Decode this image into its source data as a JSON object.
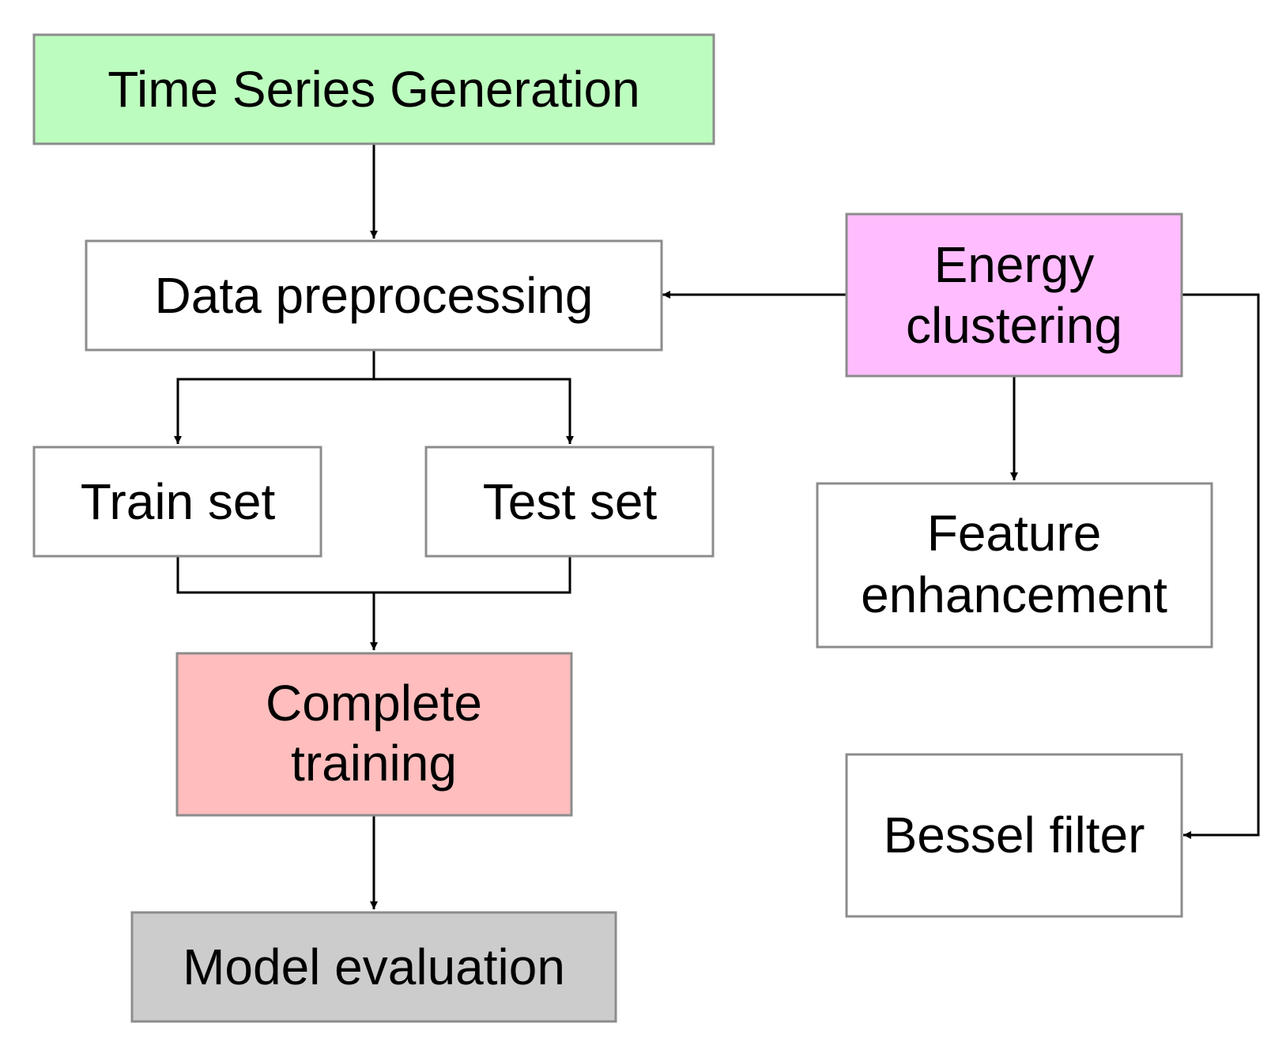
{
  "nodes": [
    {
      "id": "time-series-generation",
      "lines": [
        "Time Series Generation"
      ],
      "color": "#bdfcbf"
    },
    {
      "id": "data-preprocessing",
      "lines": [
        "Data preprocessing"
      ],
      "color": "#ffffff"
    },
    {
      "id": "train-set",
      "lines": [
        "Train set"
      ],
      "color": "#ffffff"
    },
    {
      "id": "test-set",
      "lines": [
        "Test set"
      ],
      "color": "#ffffff"
    },
    {
      "id": "complete-training",
      "lines": [
        "Complete",
        "training"
      ],
      "color": "#ffbdbd"
    },
    {
      "id": "model-evaluation",
      "lines": [
        "Model evaluation"
      ],
      "color": "#cccccc"
    },
    {
      "id": "energy-clustering",
      "lines": [
        "Energy",
        "clustering"
      ],
      "color": "#ffbdff"
    },
    {
      "id": "feature-enhancement",
      "lines": [
        "Feature",
        "enhancement"
      ],
      "color": "#ffffff"
    },
    {
      "id": "bessel-filter",
      "lines": [
        "Bessel filter"
      ],
      "color": "#ffffff"
    }
  ],
  "edges": [
    {
      "from": "time-series-generation",
      "to": "data-preprocessing"
    },
    {
      "from": "data-preprocessing",
      "to": "train-set"
    },
    {
      "from": "data-preprocessing",
      "to": "test-set"
    },
    {
      "from": "train-set",
      "to": "complete-training"
    },
    {
      "from": "test-set",
      "to": "complete-training"
    },
    {
      "from": "complete-training",
      "to": "model-evaluation"
    },
    {
      "from": "energy-clustering",
      "to": "data-preprocessing"
    },
    {
      "from": "energy-clustering",
      "to": "feature-enhancement"
    },
    {
      "from": "energy-clustering",
      "to": "bessel-filter"
    }
  ],
  "colors": {
    "edge": "#000000",
    "node_border": "#8c8c8c"
  }
}
